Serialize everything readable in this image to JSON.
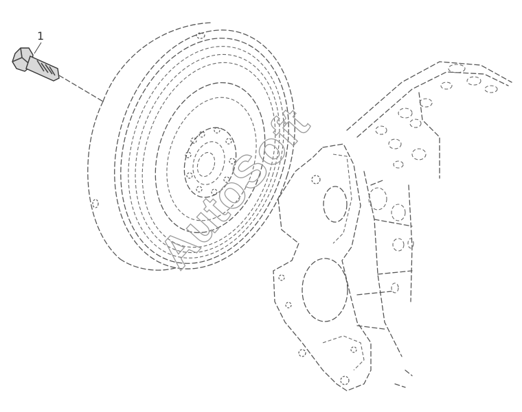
{
  "callouts": [
    {
      "label": "1",
      "part": "bolt"
    }
  ],
  "watermark": {
    "text": "AutoSoft"
  }
}
